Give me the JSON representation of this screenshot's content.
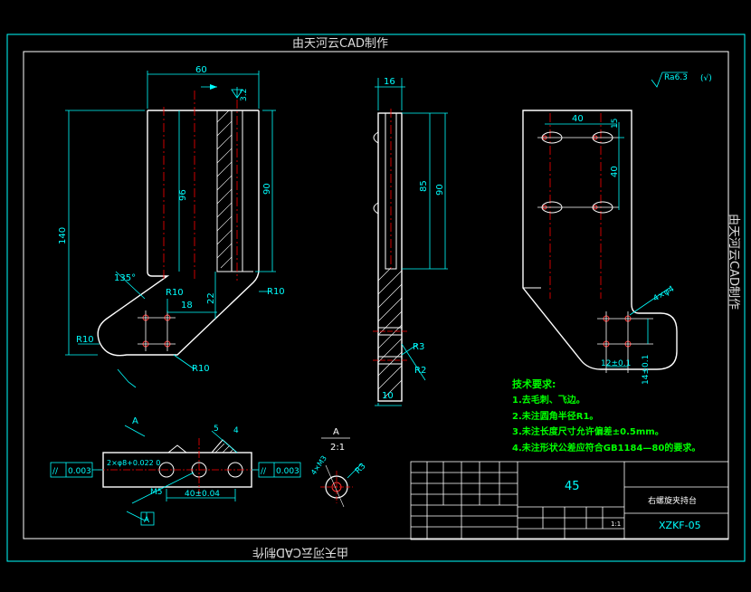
{
  "watermark": {
    "top": "由天河云CAD制作",
    "right": "由天河云CAD制作",
    "bottom": "由天河云CAD制作"
  },
  "front_view": {
    "dims": {
      "width": "60",
      "height_total": "140",
      "height_96": "96",
      "height_90": "90",
      "angle": "135°",
      "r10_a": "R10",
      "r10_b": "R10",
      "r10_c": "R10",
      "r10_d": "R10",
      "d18": "18",
      "d22": "22",
      "d2": "3.2"
    },
    "section_mark": "A"
  },
  "side_view": {
    "dims": {
      "width_top": "16",
      "h85": "85",
      "h90": "90",
      "width_bottom": "10",
      "r3": "R3",
      "r2": "R2"
    }
  },
  "back_view": {
    "roughness": "Ra6.3",
    "roughness_suffix": "(√)",
    "dims": {
      "w40": "40",
      "h40": "40",
      "d15": "15",
      "holes": "4×φ4",
      "d12": "12±0.1",
      "d14": "14±0.1"
    }
  },
  "bottom_view": {
    "label_a": "A",
    "tol_left": "0.003",
    "tol_right": "0.003",
    "sym": "//",
    "hole_dim": "2×φ8+0.022 0",
    "m_dim": "M5",
    "dist": "40±0.04",
    "d5": "5",
    "d4": "4",
    "datum": "A"
  },
  "detail_view": {
    "label": "A",
    "scale": "2:1",
    "holes": "4×M3",
    "r3": "R3"
  },
  "tech_requirements": {
    "title": "技术要求:",
    "items": [
      "1.去毛刺、飞边。",
      "2.未注圆角半径R1。",
      "3.未注长度尺寸允许偏差±0.5mm。",
      "4.未注形状公差应符合GB1184—80的要求。"
    ]
  },
  "title_block": {
    "material": "45",
    "part_name": "右螺旋夹持台",
    "drawing_no": "XZKF-05",
    "scale_value": "1:1"
  },
  "colors": {
    "background": "#000000",
    "border": "#00ffff",
    "part": "#ffffff",
    "dimension": "#00ffff",
    "centerline": "#ff0000",
    "text_green": "#00ff00",
    "hatch": "#ffffff"
  }
}
